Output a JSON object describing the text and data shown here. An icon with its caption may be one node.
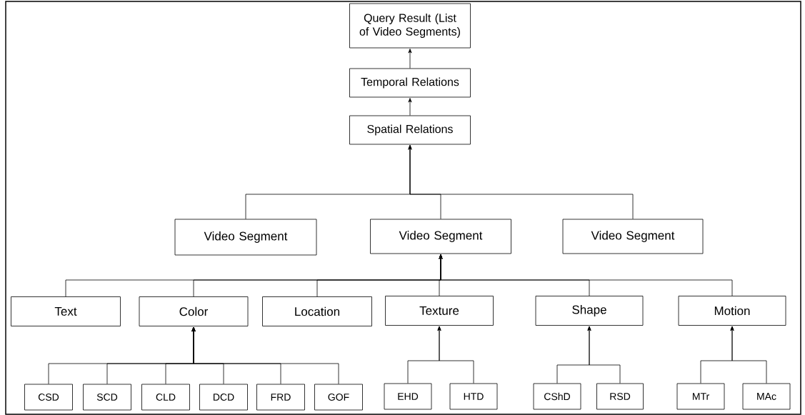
{
  "diagram": {
    "nodes": [
      {
        "text": [
          "Query Result (List of Video Segments)"
        ]
      },
      {
        "text": [
          "Temporal Relations"
        ]
      },
      {
        "text": [
          "Spatial Relations"
        ]
      },
      {
        "text": [
          "Video Segment"
        ]
      },
      {
        "text": [
          "Video Segment"
        ]
      },
      {
        "text": [
          "Video Segment"
        ]
      },
      {
        "text": [
          "Text"
        ]
      },
      {
        "text": [
          "Color"
        ]
      },
      {
        "text": [
          "Location"
        ]
      },
      {
        "text": [
          "Texture"
        ]
      },
      {
        "text": [
          "Shape"
        ]
      },
      {
        "text": [
          "Motion"
        ]
      },
      {
        "text": [
          "CSD"
        ]
      },
      {
        "text": [
          "SCD"
        ]
      },
      {
        "text": [
          "CLD"
        ]
      },
      {
        "text": [
          "DCD"
        ]
      },
      {
        "text": [
          "FRD"
        ]
      },
      {
        "text": [
          "GOF"
        ]
      },
      {
        "text": [
          "EHD"
        ]
      },
      {
        "text": [
          "HTD"
        ]
      },
      {
        "text": [
          "CShD"
        ]
      },
      {
        "text": [
          "RSD"
        ]
      },
      {
        "text": [
          "MTr"
        ]
      },
      {
        "text": [
          "MAc"
        ]
      }
    ],
    "edges": [
      {
        "from": 1,
        "to": 0,
        "arrow": "to"
      },
      {
        "from": 2,
        "to": 1,
        "arrow": "to"
      },
      {
        "from": 3,
        "to": 2,
        "arrow": "to"
      },
      {
        "from": 4,
        "to": 2,
        "arrow": "to"
      },
      {
        "from": 5,
        "to": 2,
        "arrow": "to"
      },
      {
        "from": 6,
        "to": 4,
        "arrow": "to"
      },
      {
        "from": 7,
        "to": 4,
        "arrow": "to"
      },
      {
        "from": 8,
        "to": 4,
        "arrow": "to"
      },
      {
        "from": 9,
        "to": 4,
        "arrow": "to"
      },
      {
        "from": 10,
        "to": 4,
        "arrow": "to"
      },
      {
        "from": 11,
        "to": 4,
        "arrow": "to"
      },
      {
        "from": 12,
        "to": 7,
        "arrow": "to"
      },
      {
        "from": 13,
        "to": 7,
        "arrow": "to"
      },
      {
        "from": 14,
        "to": 7,
        "arrow": "to"
      },
      {
        "from": 15,
        "to": 7,
        "arrow": "to"
      },
      {
        "from": 16,
        "to": 7,
        "arrow": "to"
      },
      {
        "from": 17,
        "to": 7,
        "arrow": "to"
      },
      {
        "from": 18,
        "to": 9,
        "arrow": "to"
      },
      {
        "from": 19,
        "to": 9,
        "arrow": "to"
      },
      {
        "from": 20,
        "to": 10,
        "arrow": "to"
      },
      {
        "from": 21,
        "to": 10,
        "arrow": "to"
      },
      {
        "from": 22,
        "to": 11,
        "arrow": "to"
      },
      {
        "from": 23,
        "to": 11,
        "arrow": "to"
      }
    ]
  }
}
